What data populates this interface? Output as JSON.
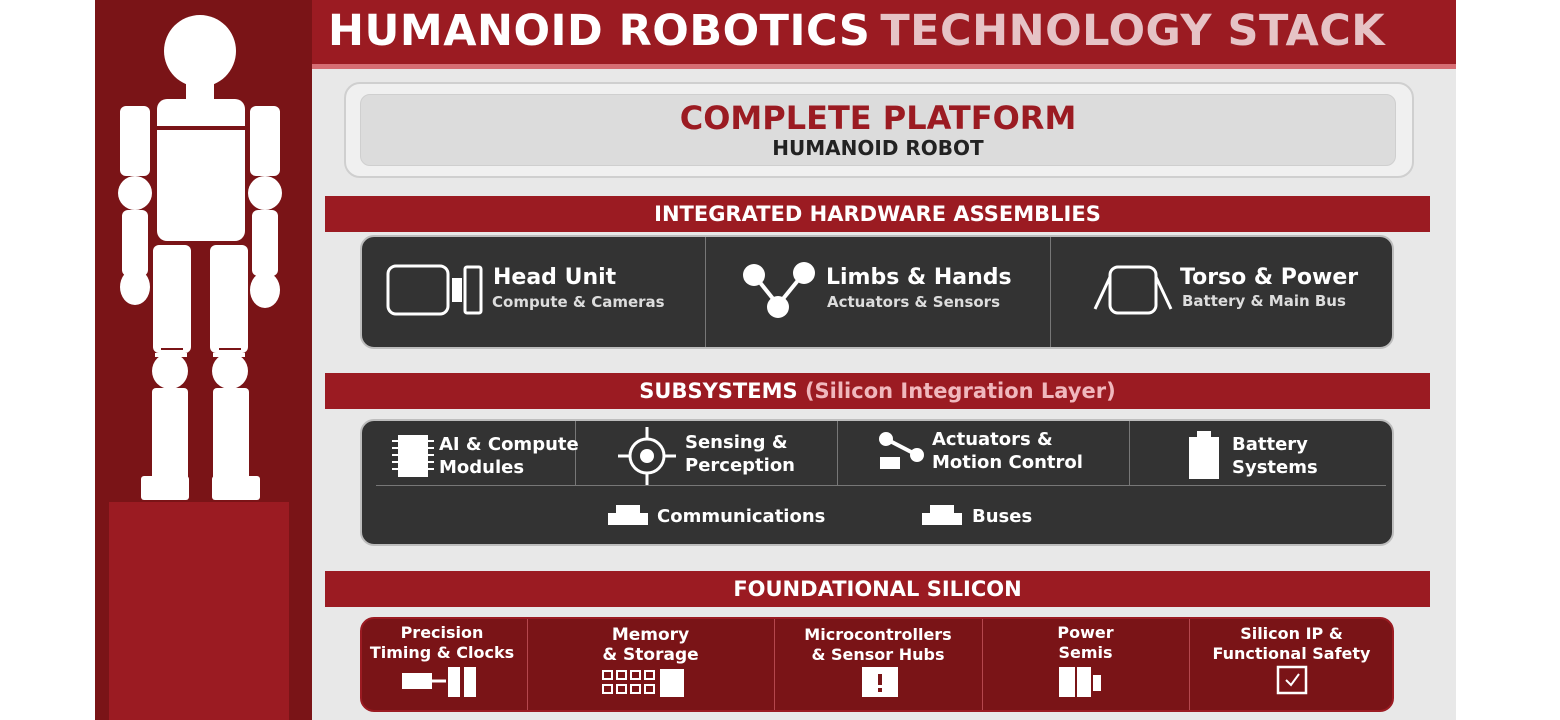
{
  "header": {
    "title_part1": "HUMANOID ROBOTICS",
    "title_part2": "TECHNOLOGY STACK"
  },
  "platform": {
    "title": "COMPLETE PLATFORM",
    "subtitle": "HUMANOID ROBOT"
  },
  "hardware": {
    "heading": "INTEGRATED HARDWARE ASSEMBLIES",
    "items": [
      {
        "title": "Head Unit",
        "subtitle": "Compute & Cameras",
        "icon": "camera-head-icon"
      },
      {
        "title": "Limbs & Hands",
        "subtitle": "Actuators & Sensors",
        "icon": "joint-linkage-icon"
      },
      {
        "title": "Torso & Power",
        "subtitle": "Battery & Main Bus",
        "icon": "torso-icon"
      }
    ]
  },
  "subsystems": {
    "heading_main": "SUBSYSTEMS",
    "heading_highlight": "(Silicon Integration Layer)",
    "items": [
      {
        "line1": "AI & Compute",
        "line2": "Modules",
        "icon": "chip-icon"
      },
      {
        "line1": "Sensing &",
        "line2": "Perception",
        "icon": "crosshair-icon"
      },
      {
        "line1": "Actuators &",
        "line2": "Motion Control",
        "icon": "actuator-icon"
      },
      {
        "line1": "Battery",
        "line2": "Systems",
        "icon": "battery-icon"
      }
    ],
    "bottom": [
      {
        "label": "Communications",
        "icon": "connector-icon"
      },
      {
        "label": "Buses",
        "icon": "connector-icon"
      }
    ]
  },
  "foundational": {
    "heading": "FOUNDATIONAL SILICON",
    "items": [
      {
        "line1": "Precision",
        "line2": "Timing & Clocks",
        "icon": "clock-chip-icon"
      },
      {
        "line1": "Memory",
        "line2": "& Storage",
        "icon": "memory-grid-icon"
      },
      {
        "line1": "Microcontrollers",
        "line2": "& Sensor Hubs",
        "icon": "mcu-alert-icon"
      },
      {
        "line1": "Power",
        "line2": "Semis",
        "icon": "power-semis-icon"
      },
      {
        "line1": "Silicon IP &",
        "line2": "Functional Safety",
        "icon": "checkbox-icon"
      }
    ]
  },
  "colors": {
    "brand_red": "#9b1b22",
    "dark_red": "#7a1417",
    "panel_dark": "#333333",
    "highlight_pink": "#f0b8bd"
  }
}
